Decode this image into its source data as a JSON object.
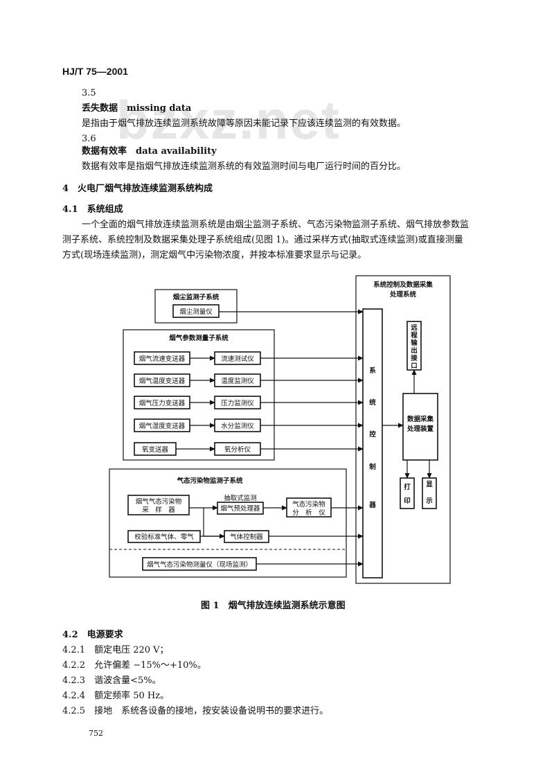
{
  "header": "HJ/T 75—2001",
  "watermark": "bzxz.net",
  "sec_3_5": {
    "num": "3.5",
    "term": "丢失数据　missing data",
    "def": "是指由于烟气排放连续监测系统故障等原因未能记录下应该连续监测的有效数据。"
  },
  "sec_3_6": {
    "num": "3.6",
    "term": "数据有效率　data availability",
    "def": "数据有效率是指烟气排放连续监测系统的有效监测时间与电厂运行时间的百分比。"
  },
  "sec_4": {
    "title": "4　火电厂烟气排放连续监测系统构成"
  },
  "sec_4_1": {
    "title": "4.1　系统组成",
    "p1": "一个全面的烟气排放连续监测系统是由烟尘监测子系统、气态污染物监测子系统、烟气排放参数监",
    "p2": "测子系统、系统控制及数据采集处理子系统组成(见图 1)。通过采样方式(抽取式连续监测)或直接测量",
    "p3": "方式(现场连续监测)，测定烟气中污染物浓度，并按本标准要求显示与记录。"
  },
  "diagram": {
    "dust_sub": "烟尘监测子系统",
    "dust_meter": "烟尘测量仪",
    "param_sub": "烟气参数测量子系统",
    "params": [
      {
        "sensor": "烟气流速变送器",
        "instrument": "流速测试仪"
      },
      {
        "sensor": "烟气温度变送器",
        "instrument": "温度监测仪"
      },
      {
        "sensor": "烟气压力变送器",
        "instrument": "压力监测仪"
      },
      {
        "sensor": "烟气湿度变送器",
        "instrument": "水分监测仪"
      },
      {
        "sensor": "氧变送器",
        "instrument": "氧分析仪"
      }
    ],
    "gas_sub": "气态污染物监测子系统",
    "gas_sampler_1": "烟气气态污染物",
    "gas_sampler_2": "采　样　器",
    "pre_1": "抽取式监测",
    "pre_2": "烟气预处理器",
    "analyzer_1": "气态污染物",
    "analyzer_2": "分　析　仪",
    "calib": "校验标准气体、零气",
    "gas_ctrl": "气体控制器",
    "insitu": "烟气气态污染物测量仪（现场监测）",
    "ctrl_sub_1": "系统控制及数据采集",
    "ctrl_sub_2": "处理系统",
    "controller_chars": [
      "系",
      "统",
      "控",
      "制",
      "器"
    ],
    "remote_chars": [
      "远",
      "程",
      "输",
      "出",
      "接",
      "口"
    ],
    "dacq_1": "数据采集",
    "dacq_2": "处理装置",
    "print_chars": [
      "打",
      "印"
    ],
    "display_chars": [
      "显",
      "示"
    ]
  },
  "figure_caption": "图 1　烟气排放连续监测系统示意图",
  "sec_4_2": {
    "title": "4.2　电源要求",
    "items": [
      "4.2.1　额定电压 220 V；",
      "4.2.2　允许偏差 −15%～+10%。",
      "4.2.3　谐波含量<5%。",
      "4.2.4　额定频率 50 Hz。",
      "4.2.5　接地　系统各设备的接地，按安装设备说明书的要求进行。"
    ]
  },
  "page_number": "752"
}
